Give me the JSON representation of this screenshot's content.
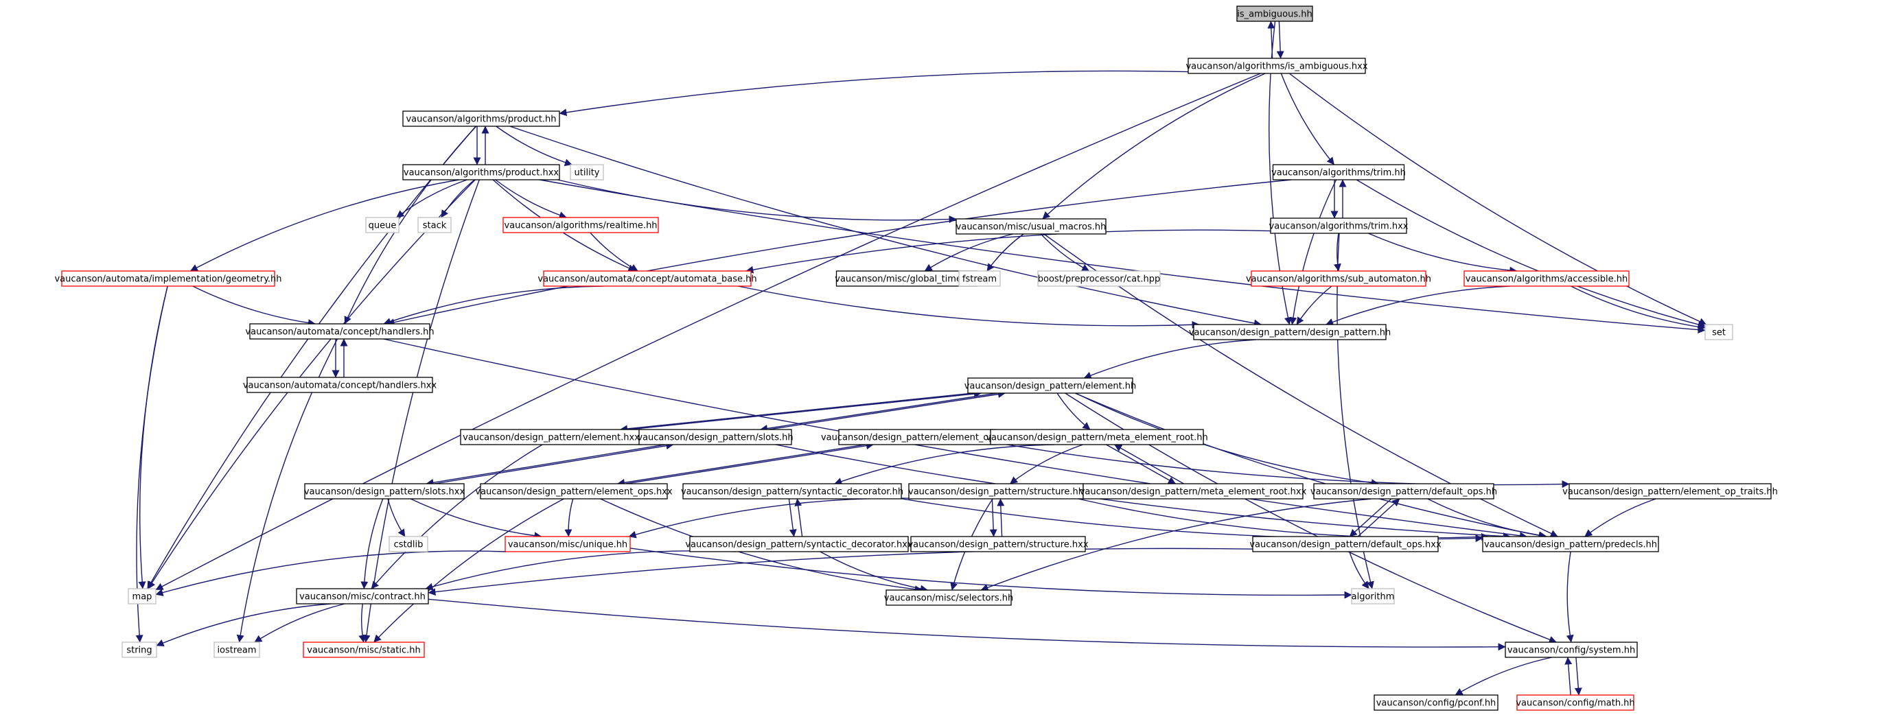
{
  "graph": {
    "colors": {
      "edge": "#191970",
      "root_fill": "#bfbfbf",
      "normal_border": "#000000",
      "truncated_border": "#ff0000",
      "external_border": "#bfbfbf"
    },
    "nodes": [
      {
        "id": "is_ambiguous_hh",
        "label": "is_ambiguous.hh",
        "kind": "root"
      },
      {
        "id": "alg_is_ambiguous_hxx",
        "label": "vaucanson/algorithms/is_ambiguous.hxx",
        "kind": "normal"
      },
      {
        "id": "alg_product_hh",
        "label": "vaucanson/algorithms/product.hh",
        "kind": "normal"
      },
      {
        "id": "alg_product_hxx",
        "label": "vaucanson/algorithms/product.hxx",
        "kind": "normal"
      },
      {
        "id": "utility",
        "label": "utility",
        "kind": "external"
      },
      {
        "id": "alg_trim_hh",
        "label": "vaucanson/algorithms/trim.hh",
        "kind": "normal"
      },
      {
        "id": "alg_trim_hxx",
        "label": "vaucanson/algorithms/trim.hxx",
        "kind": "normal"
      },
      {
        "id": "queue",
        "label": "queue",
        "kind": "external"
      },
      {
        "id": "stack",
        "label": "stack",
        "kind": "external"
      },
      {
        "id": "alg_realtime_hh",
        "label": "vaucanson/algorithms/realtime.hh",
        "kind": "truncated"
      },
      {
        "id": "usual_macros_hh",
        "label": "vaucanson/misc/usual_macros.hh",
        "kind": "normal"
      },
      {
        "id": "geometry_hh",
        "label": "vaucanson/automata/implementation/geometry.hh",
        "kind": "truncated"
      },
      {
        "id": "automata_base_hh",
        "label": "vaucanson/automata/concept/automata_base.hh",
        "kind": "truncated"
      },
      {
        "id": "global_timer_hh",
        "label": "vaucanson/misc/global_timer.hh",
        "kind": "normal"
      },
      {
        "id": "fstream",
        "label": "fstream",
        "kind": "external"
      },
      {
        "id": "boost_cat_hpp",
        "label": "boost/preprocessor/cat.hpp",
        "kind": "external"
      },
      {
        "id": "sub_automaton_hh",
        "label": "vaucanson/algorithms/sub_automaton.hh",
        "kind": "truncated"
      },
      {
        "id": "accessible_hh",
        "label": "vaucanson/algorithms/accessible.hh",
        "kind": "truncated"
      },
      {
        "id": "handlers_hh",
        "label": "vaucanson/automata/concept/handlers.hh",
        "kind": "normal"
      },
      {
        "id": "design_pattern_hh",
        "label": "vaucanson/design_pattern/design_pattern.hh",
        "kind": "normal"
      },
      {
        "id": "set",
        "label": "set",
        "kind": "external"
      },
      {
        "id": "handlers_hxx",
        "label": "vaucanson/automata/concept/handlers.hxx",
        "kind": "normal"
      },
      {
        "id": "element_hh",
        "label": "vaucanson/design_pattern/element.hh",
        "kind": "normal"
      },
      {
        "id": "element_hxx",
        "label": "vaucanson/design_pattern/element.hxx",
        "kind": "normal"
      },
      {
        "id": "slots_hh",
        "label": "vaucanson/design_pattern/slots.hh",
        "kind": "normal"
      },
      {
        "id": "element_ops_hh",
        "label": "vaucanson/design_pattern/element_ops.hh",
        "kind": "normal"
      },
      {
        "id": "meta_element_root_hh",
        "label": "vaucanson/design_pattern/meta_element_root.hh",
        "kind": "normal"
      },
      {
        "id": "slots_hxx",
        "label": "vaucanson/design_pattern/slots.hxx",
        "kind": "normal"
      },
      {
        "id": "element_ops_hxx",
        "label": "vaucanson/design_pattern/element_ops.hxx",
        "kind": "normal"
      },
      {
        "id": "syntactic_decorator_hh",
        "label": "vaucanson/design_pattern/syntactic_decorator.hh",
        "kind": "normal"
      },
      {
        "id": "structure_hh",
        "label": "vaucanson/design_pattern/structure.hh",
        "kind": "normal"
      },
      {
        "id": "meta_element_root_hxx",
        "label": "vaucanson/design_pattern/meta_element_root.hxx",
        "kind": "normal"
      },
      {
        "id": "default_ops_hh",
        "label": "vaucanson/design_pattern/default_ops.hh",
        "kind": "normal"
      },
      {
        "id": "element_op_traits_hh",
        "label": "vaucanson/design_pattern/element_op_traits.hh",
        "kind": "normal"
      },
      {
        "id": "cstdlib",
        "label": "cstdlib",
        "kind": "external"
      },
      {
        "id": "unique_hh",
        "label": "vaucanson/misc/unique.hh",
        "kind": "truncated"
      },
      {
        "id": "syntactic_decorator_hxx",
        "label": "vaucanson/design_pattern/syntactic_decorator.hxx",
        "kind": "normal"
      },
      {
        "id": "structure_hxx",
        "label": "vaucanson/design_pattern/structure.hxx",
        "kind": "normal"
      },
      {
        "id": "default_ops_hxx",
        "label": "vaucanson/design_pattern/default_ops.hxx",
        "kind": "normal"
      },
      {
        "id": "predecls_hh",
        "label": "vaucanson/design_pattern/predecls.hh",
        "kind": "normal"
      },
      {
        "id": "map",
        "label": "map",
        "kind": "external"
      },
      {
        "id": "contract_hh",
        "label": "vaucanson/misc/contract.hh",
        "kind": "normal"
      },
      {
        "id": "selectors_hh",
        "label": "vaucanson/misc/selectors.hh",
        "kind": "normal"
      },
      {
        "id": "algorithm",
        "label": "algorithm",
        "kind": "external"
      },
      {
        "id": "string",
        "label": "string",
        "kind": "external"
      },
      {
        "id": "iostream",
        "label": "iostream",
        "kind": "external"
      },
      {
        "id": "static_hh",
        "label": "vaucanson/misc/static.hh",
        "kind": "truncated"
      },
      {
        "id": "system_hh",
        "label": "vaucanson/config/system.hh",
        "kind": "normal"
      },
      {
        "id": "pconf_hh",
        "label": "vaucanson/config/pconf.hh",
        "kind": "normal"
      },
      {
        "id": "math_hh",
        "label": "vaucanson/config/math.hh",
        "kind": "truncated"
      }
    ],
    "edges": [
      {
        "from": "is_ambiguous_hh",
        "to": "alg_is_ambiguous_hxx"
      },
      {
        "from": "is_ambiguous_hh",
        "to": "design_pattern_hh"
      },
      {
        "from": "alg_is_ambiguous_hxx",
        "to": "is_ambiguous_hh"
      },
      {
        "from": "alg_is_ambiguous_hxx",
        "to": "alg_product_hh"
      },
      {
        "from": "alg_is_ambiguous_hxx",
        "to": "alg_trim_hh"
      },
      {
        "from": "alg_is_ambiguous_hxx",
        "to": "usual_macros_hh"
      },
      {
        "from": "alg_is_ambiguous_hxx",
        "to": "map"
      },
      {
        "from": "alg_is_ambiguous_hxx",
        "to": "set"
      },
      {
        "from": "alg_product_hh",
        "to": "alg_product_hxx"
      },
      {
        "from": "alg_product_hh",
        "to": "utility"
      },
      {
        "from": "alg_product_hh",
        "to": "handlers_hh"
      },
      {
        "from": "alg_product_hh",
        "to": "design_pattern_hh"
      },
      {
        "from": "alg_product_hh",
        "to": "map"
      },
      {
        "from": "alg_product_hxx",
        "to": "alg_product_hh"
      },
      {
        "from": "alg_product_hxx",
        "to": "queue"
      },
      {
        "from": "alg_product_hxx",
        "to": "stack"
      },
      {
        "from": "alg_product_hxx",
        "to": "alg_realtime_hh"
      },
      {
        "from": "alg_product_hxx",
        "to": "usual_macros_hh"
      },
      {
        "from": "alg_product_hxx",
        "to": "geometry_hh"
      },
      {
        "from": "alg_product_hxx",
        "to": "automata_base_hh"
      },
      {
        "from": "alg_product_hxx",
        "to": "set"
      },
      {
        "from": "alg_product_hxx",
        "to": "map"
      },
      {
        "from": "alg_product_hxx",
        "to": "static_hh"
      },
      {
        "from": "alg_trim_hh",
        "to": "alg_trim_hxx"
      },
      {
        "from": "alg_trim_hh",
        "to": "handlers_hh"
      },
      {
        "from": "alg_trim_hh",
        "to": "design_pattern_hh"
      },
      {
        "from": "alg_trim_hh",
        "to": "set"
      },
      {
        "from": "alg_trim_hxx",
        "to": "alg_trim_hh"
      },
      {
        "from": "alg_trim_hxx",
        "to": "automata_base_hh"
      },
      {
        "from": "alg_trim_hxx",
        "to": "sub_automaton_hh"
      },
      {
        "from": "alg_trim_hxx",
        "to": "accessible_hh"
      },
      {
        "from": "alg_trim_hxx",
        "to": "algorithm"
      },
      {
        "from": "alg_realtime_hh",
        "to": "automata_base_hh"
      },
      {
        "from": "usual_macros_hh",
        "to": "global_timer_hh"
      },
      {
        "from": "usual_macros_hh",
        "to": "fstream"
      },
      {
        "from": "usual_macros_hh",
        "to": "boost_cat_hpp"
      },
      {
        "from": "usual_macros_hh",
        "to": "predecls_hh"
      },
      {
        "from": "geometry_hh",
        "to": "handlers_hh"
      },
      {
        "from": "geometry_hh",
        "to": "map"
      },
      {
        "from": "geometry_hh",
        "to": "string"
      },
      {
        "from": "automata_base_hh",
        "to": "handlers_hh"
      },
      {
        "from": "automata_base_hh",
        "to": "design_pattern_hh"
      },
      {
        "from": "sub_automaton_hh",
        "to": "design_pattern_hh"
      },
      {
        "from": "accessible_hh",
        "to": "design_pattern_hh"
      },
      {
        "from": "accessible_hh",
        "to": "set"
      },
      {
        "from": "handlers_hh",
        "to": "handlers_hxx"
      },
      {
        "from": "handlers_hh",
        "to": "iostream"
      },
      {
        "from": "handlers_hh",
        "to": "predecls_hh"
      },
      {
        "from": "handlers_hxx",
        "to": "handlers_hh"
      },
      {
        "from": "design_pattern_hh",
        "to": "element_hh"
      },
      {
        "from": "element_hh",
        "to": "element_hxx"
      },
      {
        "from": "element_hh",
        "to": "slots_hh"
      },
      {
        "from": "element_hh",
        "to": "meta_element_root_hh"
      },
      {
        "from": "element_hh",
        "to": "default_ops_hh"
      },
      {
        "from": "element_hh",
        "to": "predecls_hh"
      },
      {
        "from": "element_hh",
        "to": "system_hh"
      },
      {
        "from": "element_hxx",
        "to": "element_hh"
      },
      {
        "from": "element_hxx",
        "to": "contract_hh"
      },
      {
        "from": "slots_hh",
        "to": "slots_hxx"
      },
      {
        "from": "slots_hh",
        "to": "element_hh"
      },
      {
        "from": "slots_hh",
        "to": "predecls_hh"
      },
      {
        "from": "element_ops_hh",
        "to": "element_ops_hxx"
      },
      {
        "from": "element_ops_hh",
        "to": "element_op_traits_hh"
      },
      {
        "from": "meta_element_root_hh",
        "to": "meta_element_root_hxx"
      },
      {
        "from": "meta_element_root_hh",
        "to": "syntactic_decorator_hh"
      },
      {
        "from": "meta_element_root_hh",
        "to": "structure_hh"
      },
      {
        "from": "slots_hxx",
        "to": "slots_hh"
      },
      {
        "from": "slots_hxx",
        "to": "cstdlib"
      },
      {
        "from": "slots_hxx",
        "to": "unique_hh"
      },
      {
        "from": "slots_hxx",
        "to": "contract_hh"
      },
      {
        "from": "element_ops_hxx",
        "to": "element_ops_hh"
      },
      {
        "from": "element_ops_hxx",
        "to": "unique_hh"
      },
      {
        "from": "element_ops_hxx",
        "to": "selectors_hh"
      },
      {
        "from": "element_ops_hxx",
        "to": "static_hh"
      },
      {
        "from": "syntactic_decorator_hh",
        "to": "syntactic_decorator_hxx"
      },
      {
        "from": "syntactic_decorator_hh",
        "to": "predecls_hh"
      },
      {
        "from": "structure_hh",
        "to": "structure_hxx"
      },
      {
        "from": "structure_hh",
        "to": "unique_hh"
      },
      {
        "from": "structure_hh",
        "to": "predecls_hh"
      },
      {
        "from": "structure_hh",
        "to": "selectors_hh"
      },
      {
        "from": "meta_element_root_hxx",
        "to": "meta_element_root_hh"
      },
      {
        "from": "default_ops_hh",
        "to": "default_ops_hxx"
      },
      {
        "from": "default_ops_hh",
        "to": "predecls_hh"
      },
      {
        "from": "default_ops_hh",
        "to": "selectors_hh"
      },
      {
        "from": "element_op_traits_hh",
        "to": "predecls_hh"
      },
      {
        "from": "unique_hh",
        "to": "map"
      },
      {
        "from": "unique_hh",
        "to": "algorithm"
      },
      {
        "from": "syntactic_decorator_hxx",
        "to": "syntactic_decorator_hh"
      },
      {
        "from": "syntactic_decorator_hxx",
        "to": "contract_hh"
      },
      {
        "from": "syntactic_decorator_hxx",
        "to": "selectors_hh"
      },
      {
        "from": "structure_hxx",
        "to": "structure_hh"
      },
      {
        "from": "default_ops_hxx",
        "to": "default_ops_hh"
      },
      {
        "from": "default_ops_hxx",
        "to": "contract_hh"
      },
      {
        "from": "default_ops_hxx",
        "to": "algorithm"
      },
      {
        "from": "predecls_hh",
        "to": "system_hh"
      },
      {
        "from": "contract_hh",
        "to": "string"
      },
      {
        "from": "contract_hh",
        "to": "iostream"
      },
      {
        "from": "contract_hh",
        "to": "static_hh"
      },
      {
        "from": "contract_hh",
        "to": "system_hh"
      },
      {
        "from": "system_hh",
        "to": "pconf_hh"
      },
      {
        "from": "system_hh",
        "to": "math_hh"
      },
      {
        "from": "math_hh",
        "to": "system_hh"
      }
    ]
  }
}
